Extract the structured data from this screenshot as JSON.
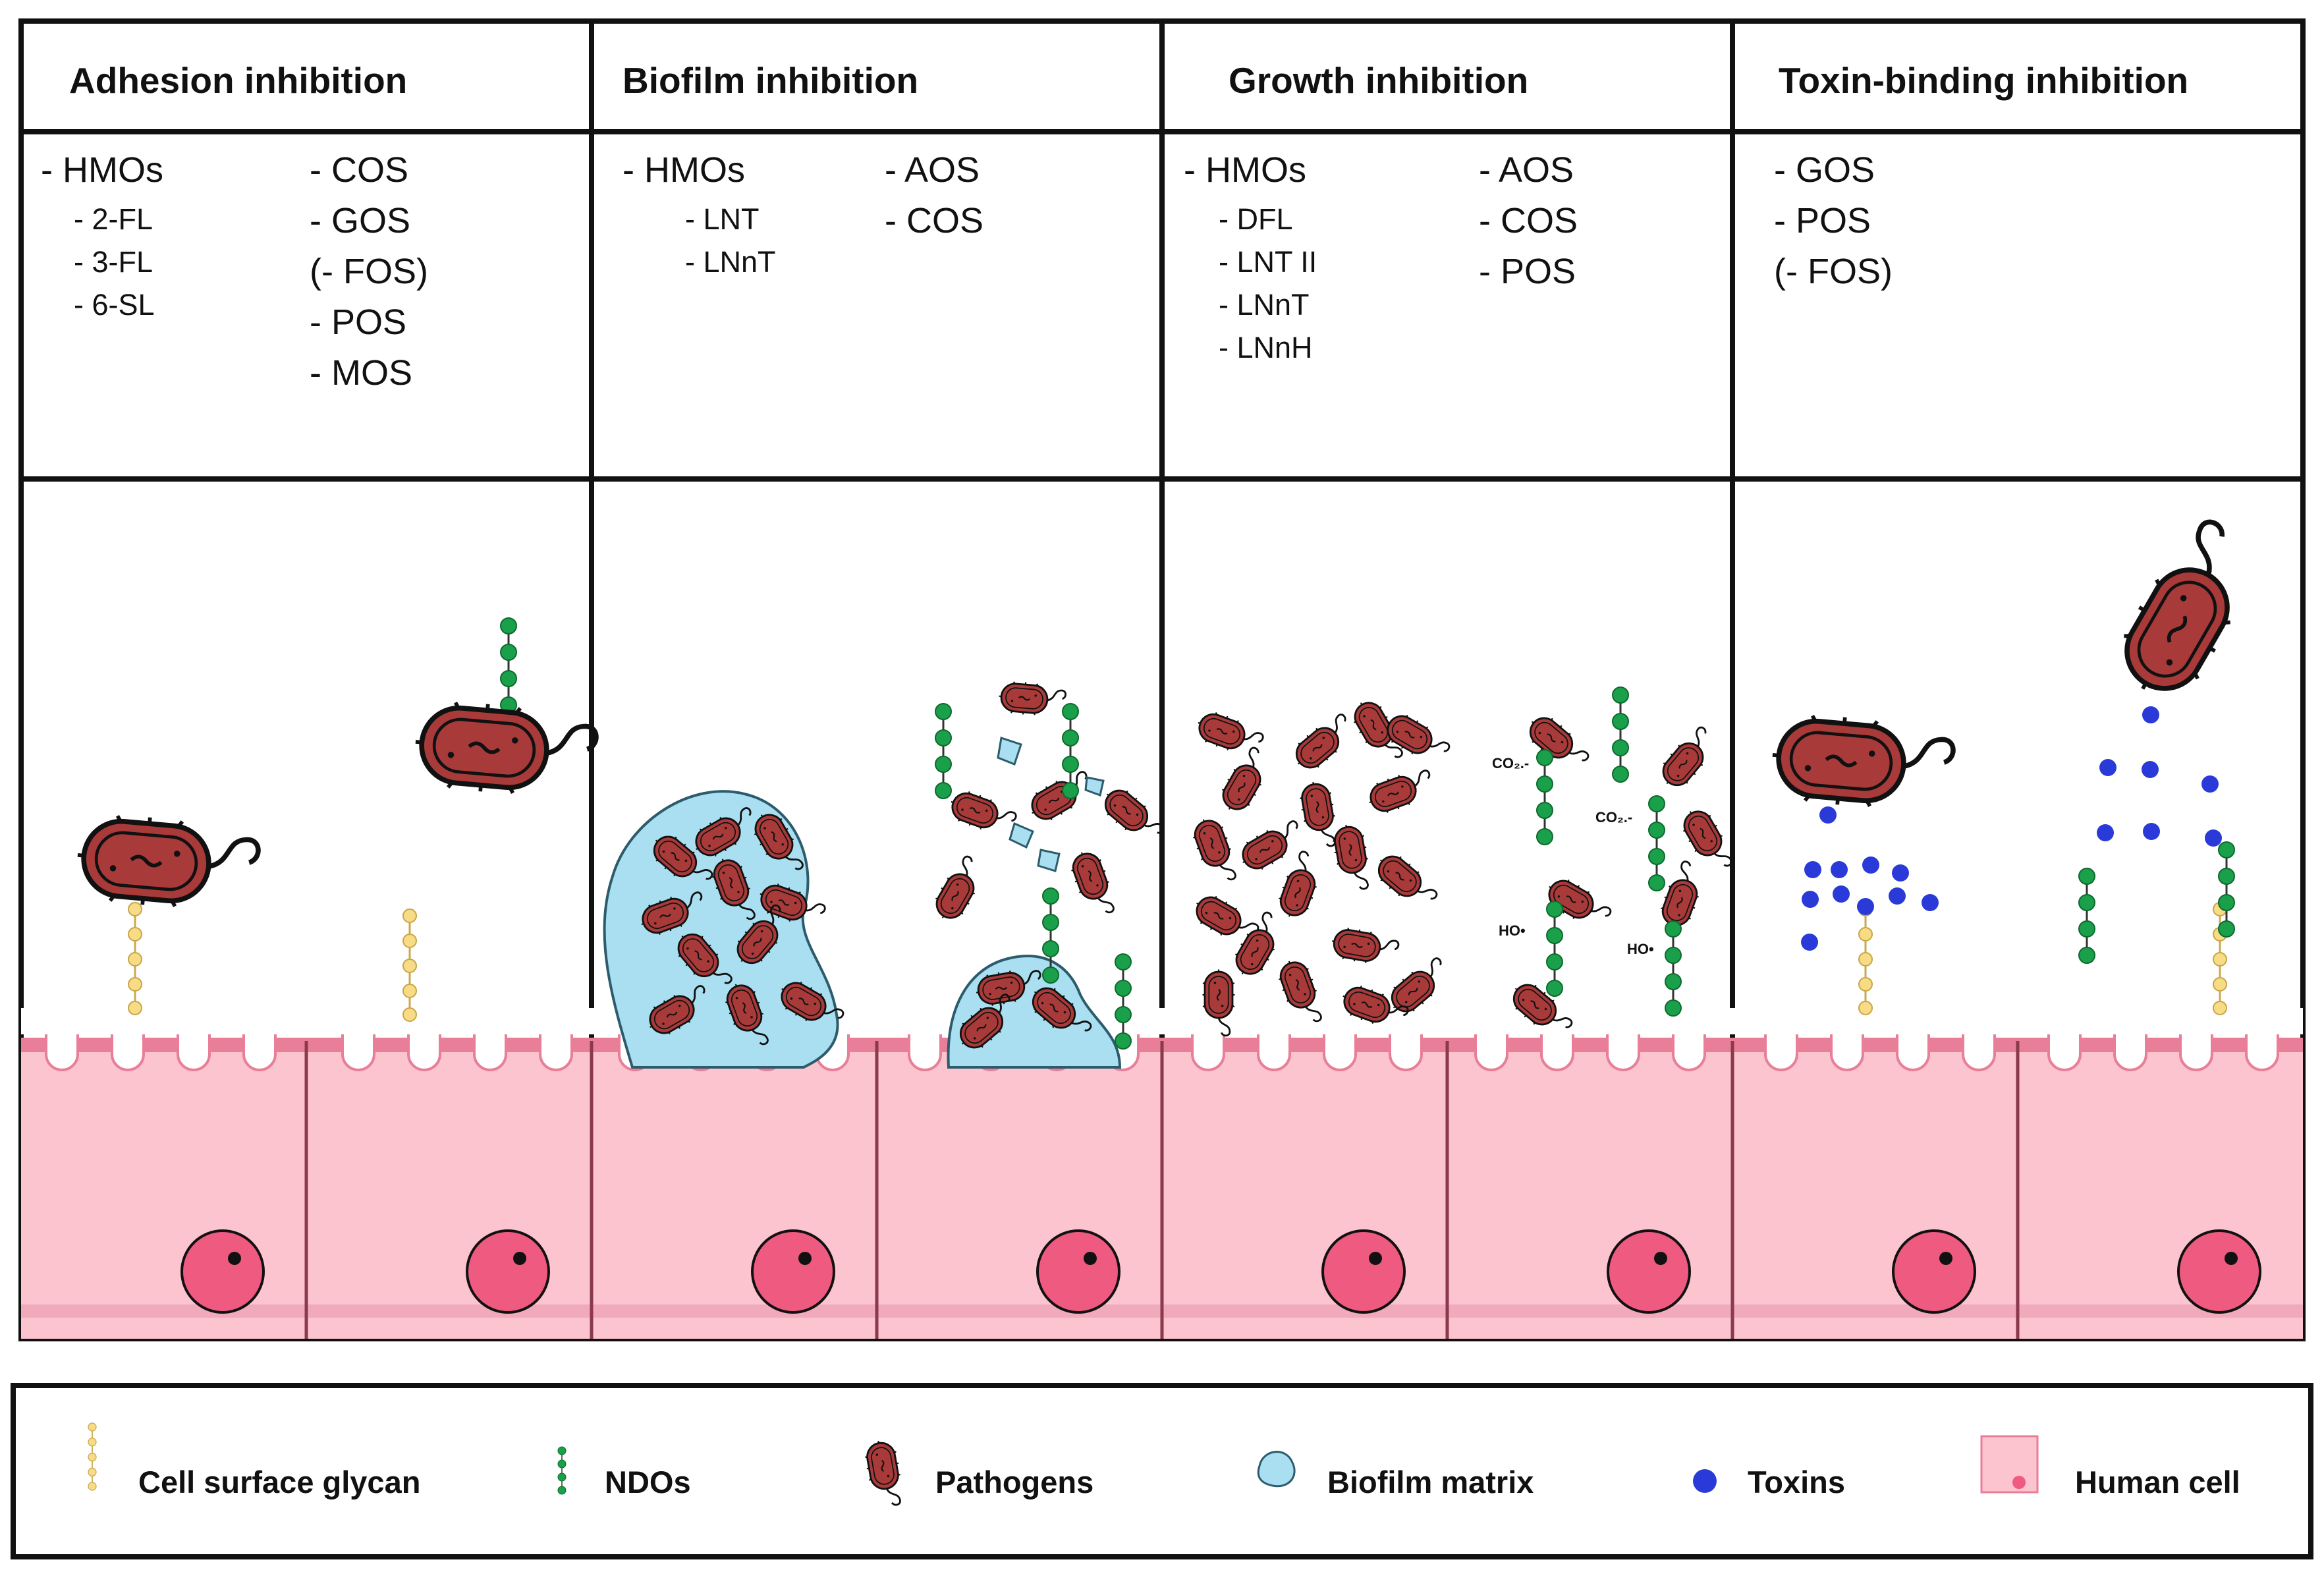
{
  "panels": [
    {
      "title": "Adhesion inhibition",
      "left_list": [
        "- HMOs"
      ],
      "left_sub": [
        "- 2-FL",
        "- 3-FL",
        "- 6-SL"
      ],
      "right_list": [
        "- COS",
        "- GOS",
        "(- FOS)",
        "- POS",
        "- MOS"
      ]
    },
    {
      "title": "Biofilm inhibition",
      "left_list": [
        "- HMOs"
      ],
      "left_sub": [
        "- LNT",
        "- LNnT"
      ],
      "right_list": [
        "- AOS",
        "- COS"
      ]
    },
    {
      "title": "Growth inhibition",
      "left_list": [
        "- HMOs"
      ],
      "left_sub": [
        "- DFL",
        "- LNT II",
        "- LNnT",
        "- LNnH"
      ],
      "right_list": [
        "- AOS",
        "- COS",
        "- POS"
      ]
    },
    {
      "title": "Toxin-binding inhibition",
      "left_list": [
        "- GOS",
        "- POS",
        "(- FOS)"
      ],
      "left_sub": [],
      "right_list": []
    }
  ],
  "growth_labels": {
    "co2_a": "CO₂.-",
    "co2_b": "CO₂.-",
    "ho_a": "HO•",
    "ho_b": "HO•"
  },
  "legend": [
    {
      "label": "Cell surface glycan",
      "icon": "cell-surface-glycan-icon"
    },
    {
      "label": "NDOs",
      "icon": "ndo-chain-icon"
    },
    {
      "label": "Pathogens",
      "icon": "pathogen-icon"
    },
    {
      "label": "Biofilm matrix",
      "icon": "biofilm-matrix-icon"
    },
    {
      "label": "Toxins",
      "icon": "toxin-icon"
    },
    {
      "label": "Human cell",
      "icon": "human-cell-icon"
    }
  ],
  "colors": {
    "pathogen": "#a83a3a",
    "ndo": "#1aa04a",
    "glycan": "#f2d37a",
    "biofilm": "#a9dff0",
    "toxin": "#2a3ad8",
    "cell": "#fbc4cf",
    "nucleus": "#ee5a80"
  }
}
